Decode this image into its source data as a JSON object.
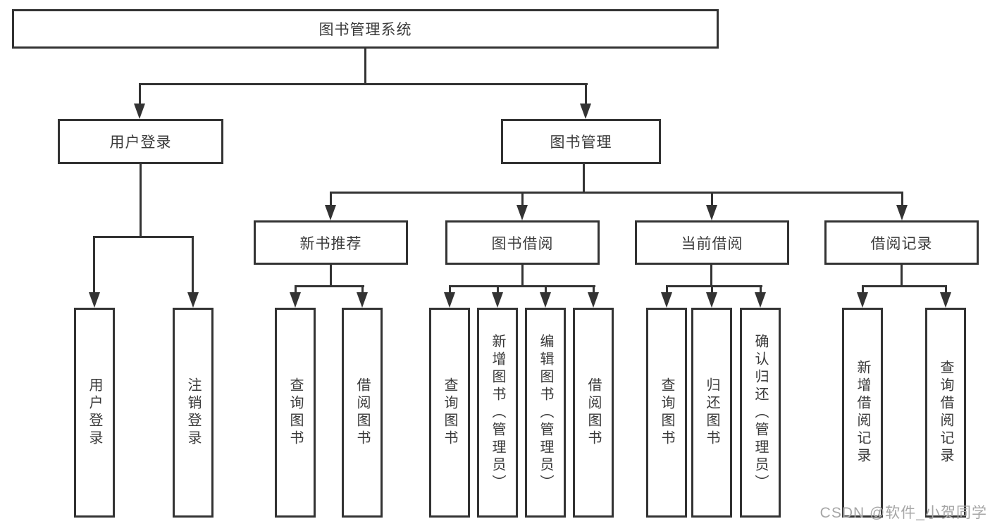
{
  "tree": {
    "root": {
      "label": "图书管理系统"
    },
    "branches": [
      {
        "label": "用户登录",
        "children": [
          {
            "label": "用户登录"
          },
          {
            "label": "注销登录"
          }
        ]
      },
      {
        "label": "图书管理",
        "groups": [
          {
            "label": "新书推荐",
            "children": [
              {
                "label": "查询图书"
              },
              {
                "label": "借阅图书"
              }
            ]
          },
          {
            "label": "图书借阅",
            "children": [
              {
                "label": "查询图书"
              },
              {
                "label": "新增图书（管理员）"
              },
              {
                "label": "编辑图书（管理员）"
              },
              {
                "label": "借阅图书"
              }
            ]
          },
          {
            "label": "当前借阅",
            "children": [
              {
                "label": "查询图书"
              },
              {
                "label": "归还图书"
              },
              {
                "label": "确认归还（管理员）"
              }
            ]
          },
          {
            "label": "借阅记录",
            "children": [
              {
                "label": "新增借阅记录"
              },
              {
                "label": "查询借阅记录"
              }
            ]
          }
        ]
      }
    ]
  },
  "watermark": {
    "text": "CSDN @软件_小贺同学"
  },
  "colors": {
    "line": "#333333",
    "text": "#3a3a3a",
    "box_fill": "#ffffff",
    "watermark": "#a6a6a6",
    "background": "#ffffff"
  }
}
